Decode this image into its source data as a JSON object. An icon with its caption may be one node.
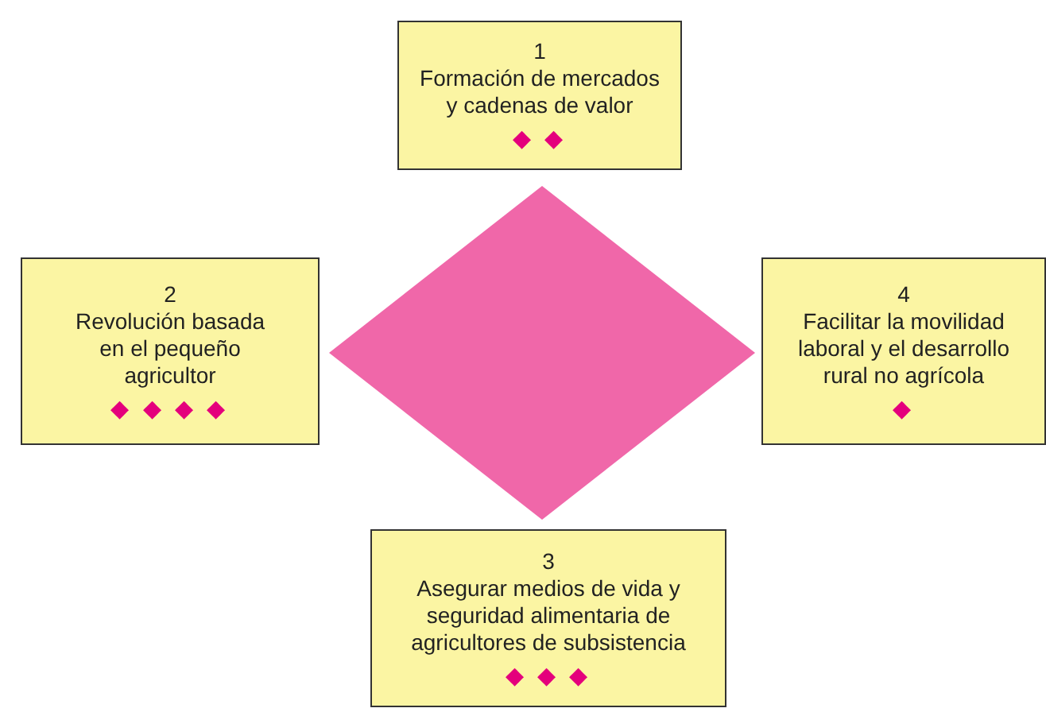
{
  "diagram": {
    "nodes": [
      {
        "text": [
          "1",
          "Formación de mercados y cadenas de valor",
          "◆ ◆"
        ]
      },
      {
        "text": [
          "2",
          "Revolución basada en el pequeño agricultor",
          "◆ ◆ ◆ ◆"
        ]
      },
      {
        "text": [],
        "shape": "diamond"
      },
      {
        "text": [
          "4",
          "Facilitar la movilidad laboral y el desarrollo rural no agrícola",
          "◆"
        ]
      },
      {
        "text": [
          "3",
          "Asegurar medios de vida y seguridad alimentaria de agricultores de subsistencia",
          "◆ ◆ ◆"
        ]
      }
    ]
  }
}
